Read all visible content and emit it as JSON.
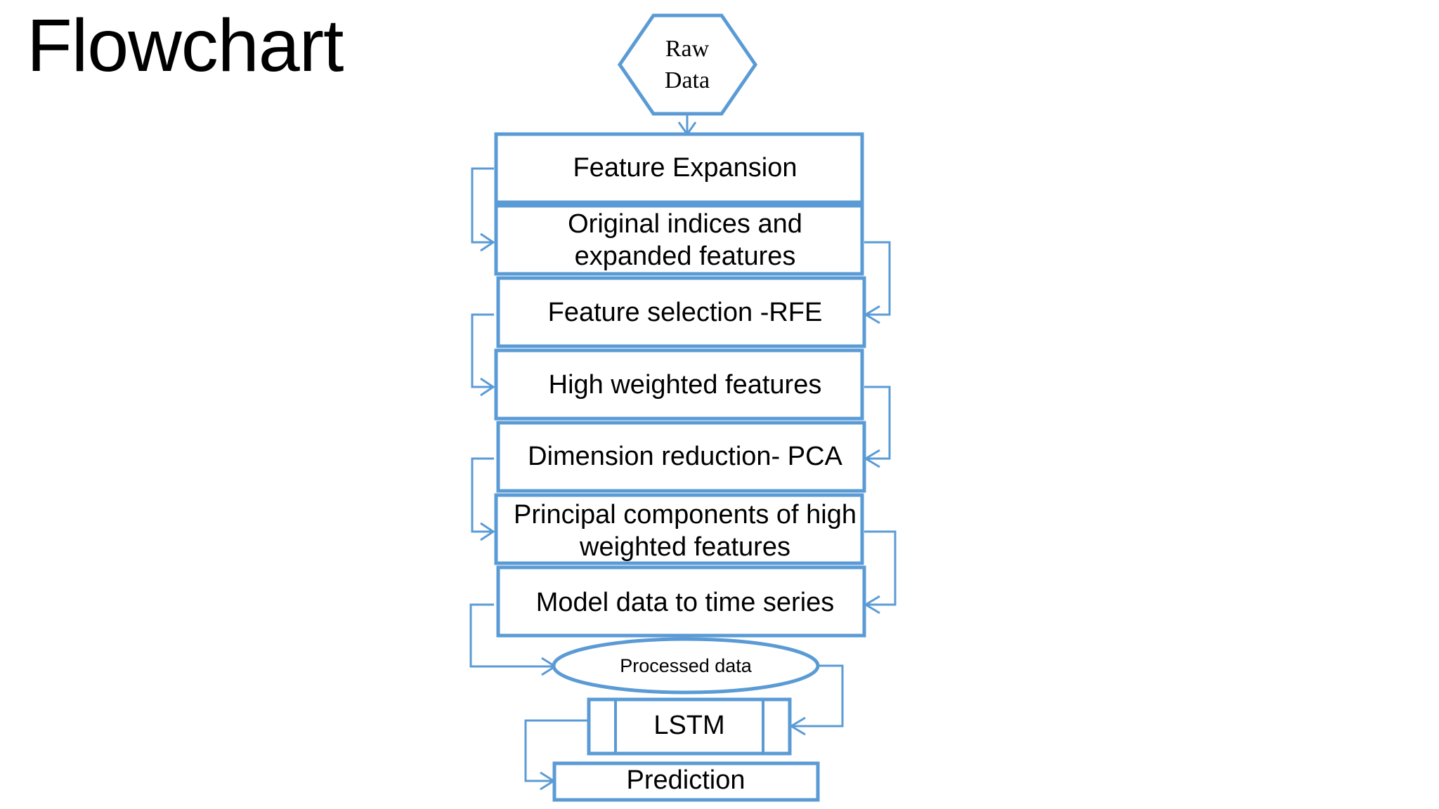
{
  "slide": {
    "title": "Flowchart",
    "background_color": "#FFFFFF",
    "shape_border_color": "#5B9BD5",
    "shape_fill_color": "#FFFFFF",
    "text_color": "#000000"
  },
  "nodes": {
    "raw_data": {
      "label_line1": "Raw",
      "label_line2": "Data",
      "shape": "hexagon"
    },
    "feature_expansion": {
      "label": "Feature Expansion",
      "shape": "rectangle"
    },
    "original_indices": {
      "label_line1": "Original indices and",
      "label_line2": "expanded features",
      "shape": "rectangle"
    },
    "feature_selection": {
      "label": "Feature selection -RFE",
      "shape": "rectangle"
    },
    "high_weighted": {
      "label": "High weighted features",
      "shape": "rectangle"
    },
    "dimension_reduction": {
      "label": "Dimension reduction- PCA",
      "shape": "rectangle"
    },
    "principal_components": {
      "label_line1": "Principal components of high",
      "label_line2": "weighted features",
      "shape": "rectangle"
    },
    "model_time_series": {
      "label": "Model data to time series",
      "shape": "rectangle"
    },
    "processed_data": {
      "label": "Processed data",
      "shape": "ellipse"
    },
    "lstm": {
      "label": "LSTM",
      "shape": "predefined-process"
    },
    "prediction": {
      "label": "Prediction",
      "shape": "rectangle"
    }
  },
  "edges": [
    {
      "from": "raw_data",
      "to": "feature_expansion",
      "style": "straight-down-arrow"
    },
    {
      "from": "feature_expansion",
      "to": "original_indices",
      "style": "left-elbow-arrow"
    },
    {
      "from": "original_indices",
      "to": "feature_selection",
      "style": "right-elbow-arrow"
    },
    {
      "from": "feature_selection",
      "to": "high_weighted",
      "style": "left-elbow-arrow"
    },
    {
      "from": "high_weighted",
      "to": "dimension_reduction",
      "style": "right-elbow-arrow"
    },
    {
      "from": "dimension_reduction",
      "to": "principal_components",
      "style": "left-elbow-arrow"
    },
    {
      "from": "principal_components",
      "to": "model_time_series",
      "style": "right-elbow-arrow"
    },
    {
      "from": "model_time_series",
      "to": "processed_data",
      "style": "left-elbow-arrow"
    },
    {
      "from": "processed_data",
      "to": "lstm",
      "style": "right-elbow-arrow"
    },
    {
      "from": "lstm",
      "to": "prediction",
      "style": "left-elbow-arrow"
    }
  ]
}
